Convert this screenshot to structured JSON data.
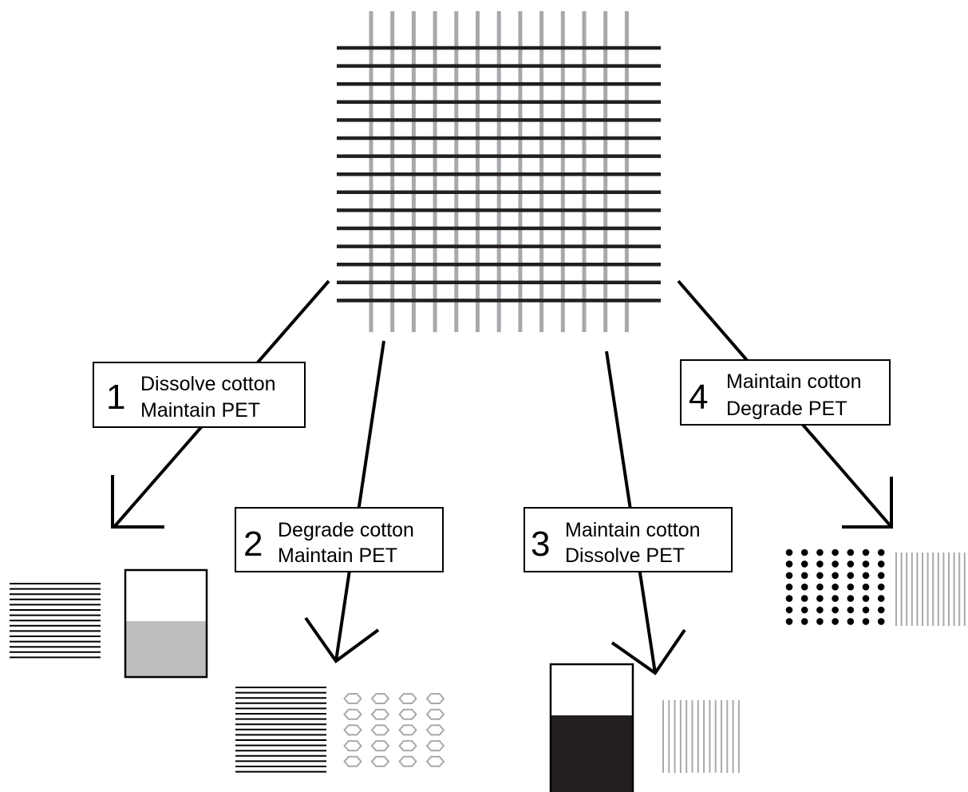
{
  "diagram": {
    "fabric": {
      "warp_color": "#a7a9ac",
      "weft_color": "#231f20"
    },
    "routes": [
      {
        "number": "1",
        "line1": "Dissolve cotton",
        "line2": "Maintain PET",
        "result": [
          "polyester-fibers",
          "cotton-solution-beaker"
        ]
      },
      {
        "number": "2",
        "line1": "Degrade cotton",
        "line2": "Maintain PET",
        "result": [
          "polyester-fibers",
          "glucose-rings"
        ]
      },
      {
        "number": "3",
        "line1": "Maintain cotton",
        "line2": "Dissolve PET",
        "result": [
          "pet-solution-beaker",
          "cotton-fibers"
        ]
      },
      {
        "number": "4",
        "line1": "Maintain cotton",
        "line2": "Degrade PET",
        "result": [
          "monomer-dots",
          "cotton-fibers"
        ]
      }
    ]
  }
}
